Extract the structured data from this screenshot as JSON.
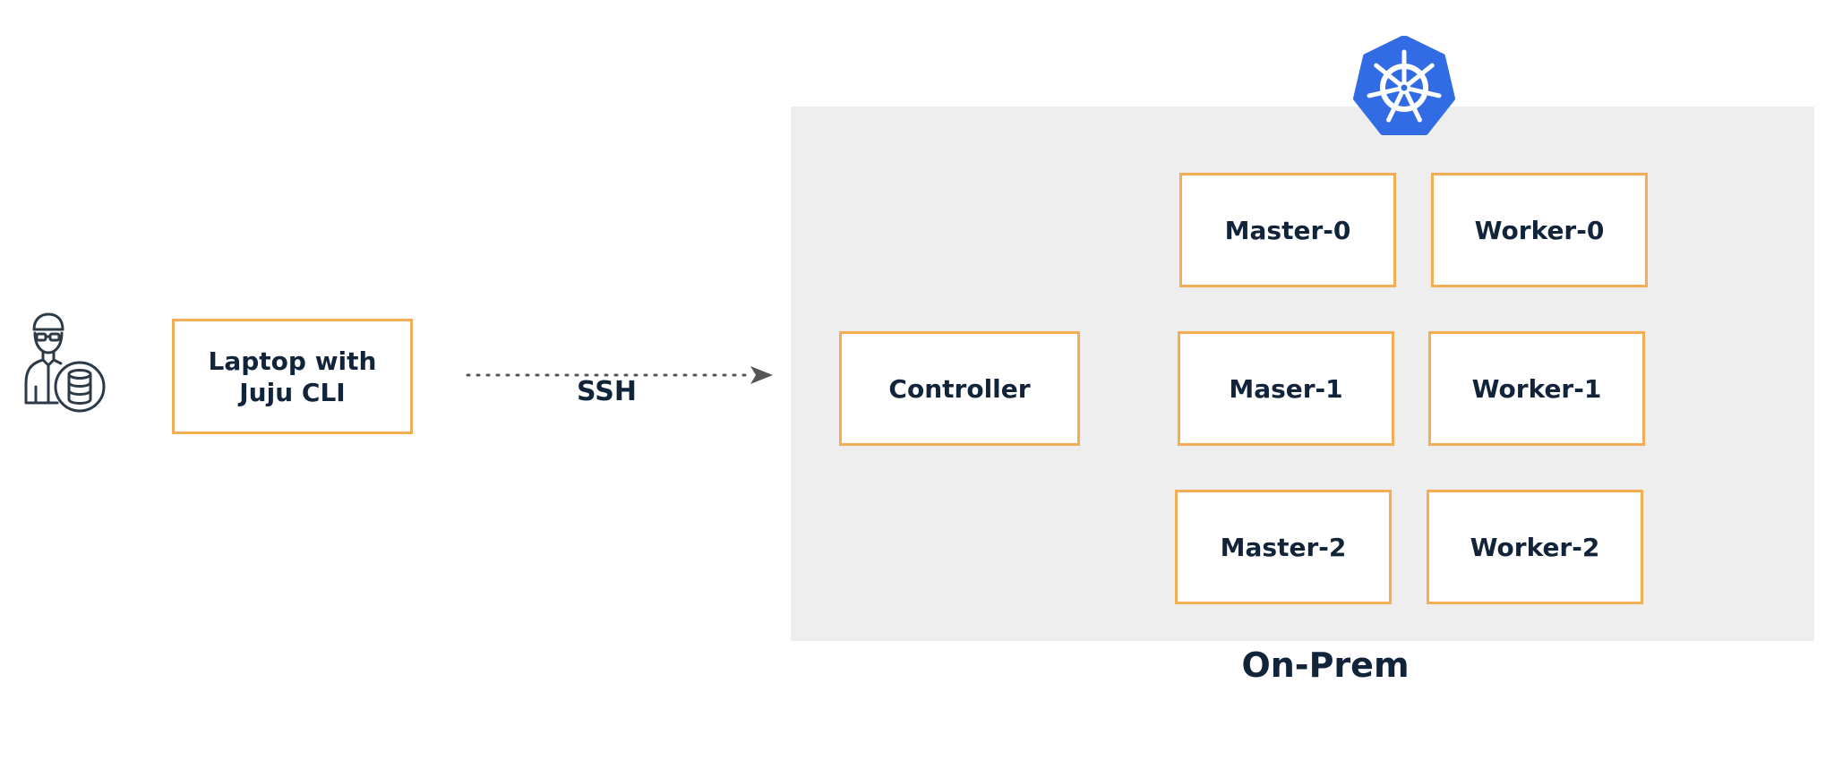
{
  "laptop": {
    "line1": "Laptop with",
    "line2": "Juju CLI"
  },
  "connection": {
    "label": "SSH"
  },
  "region": {
    "label": "On-Prem"
  },
  "nodes": {
    "controller": "Controller",
    "master0": "Master-0",
    "master1": "Maser-1",
    "master2": "Master-2",
    "worker0": "Worker-0",
    "worker1": "Worker-1",
    "worker2": "Worker-2"
  },
  "icons": {
    "user": "developer-with-database-icon",
    "kubernetes": "kubernetes-helm-icon"
  },
  "colors": {
    "box_border": "#f5ad55",
    "text": "#12243a",
    "region_bg": "#eeeeee",
    "kubernetes_blue": "#326ce5",
    "arrow": "#555555"
  }
}
